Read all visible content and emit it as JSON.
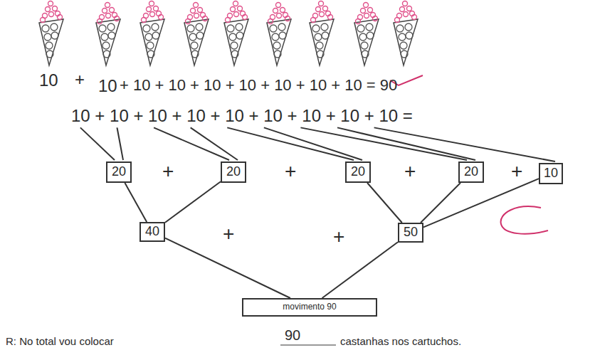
{
  "diagram": {
    "nodes": [
      {
        "text": [
          "20"
        ]
      },
      {
        "text": [
          "20"
        ]
      },
      {
        "text": [
          "20"
        ]
      },
      {
        "text": [
          "20"
        ]
      },
      {
        "text": [
          "10"
        ]
      },
      {
        "text": [
          "40"
        ]
      },
      {
        "text": [
          "50"
        ]
      },
      {
        "text": [
          "movimento 90"
        ]
      }
    ],
    "edges": [
      {
        "from": 0,
        "to": 5,
        "arrow": "none"
      },
      {
        "from": 1,
        "to": 5,
        "arrow": "none"
      },
      {
        "from": 2,
        "to": 6,
        "arrow": "none"
      },
      {
        "from": 3,
        "to": 6,
        "arrow": "none"
      },
      {
        "from": 4,
        "to": 6,
        "arrow": "none"
      },
      {
        "from": 5,
        "to": 7,
        "arrow": "none"
      },
      {
        "from": 6,
        "to": 7,
        "arrow": "none"
      }
    ],
    "labels": [
      "10",
      "+",
      "10",
      "+ 10 + 10 + 10 + 10 + 10 + 10 + 10 = 90",
      "10 + 10 + 10 + 10 + 10 + 10 + 10 + 10 + 10 =",
      "+",
      "+",
      "+",
      "+",
      "+",
      "+",
      "R: No total vou colocar",
      "90",
      "castanhas nos cartuchos."
    ]
  }
}
